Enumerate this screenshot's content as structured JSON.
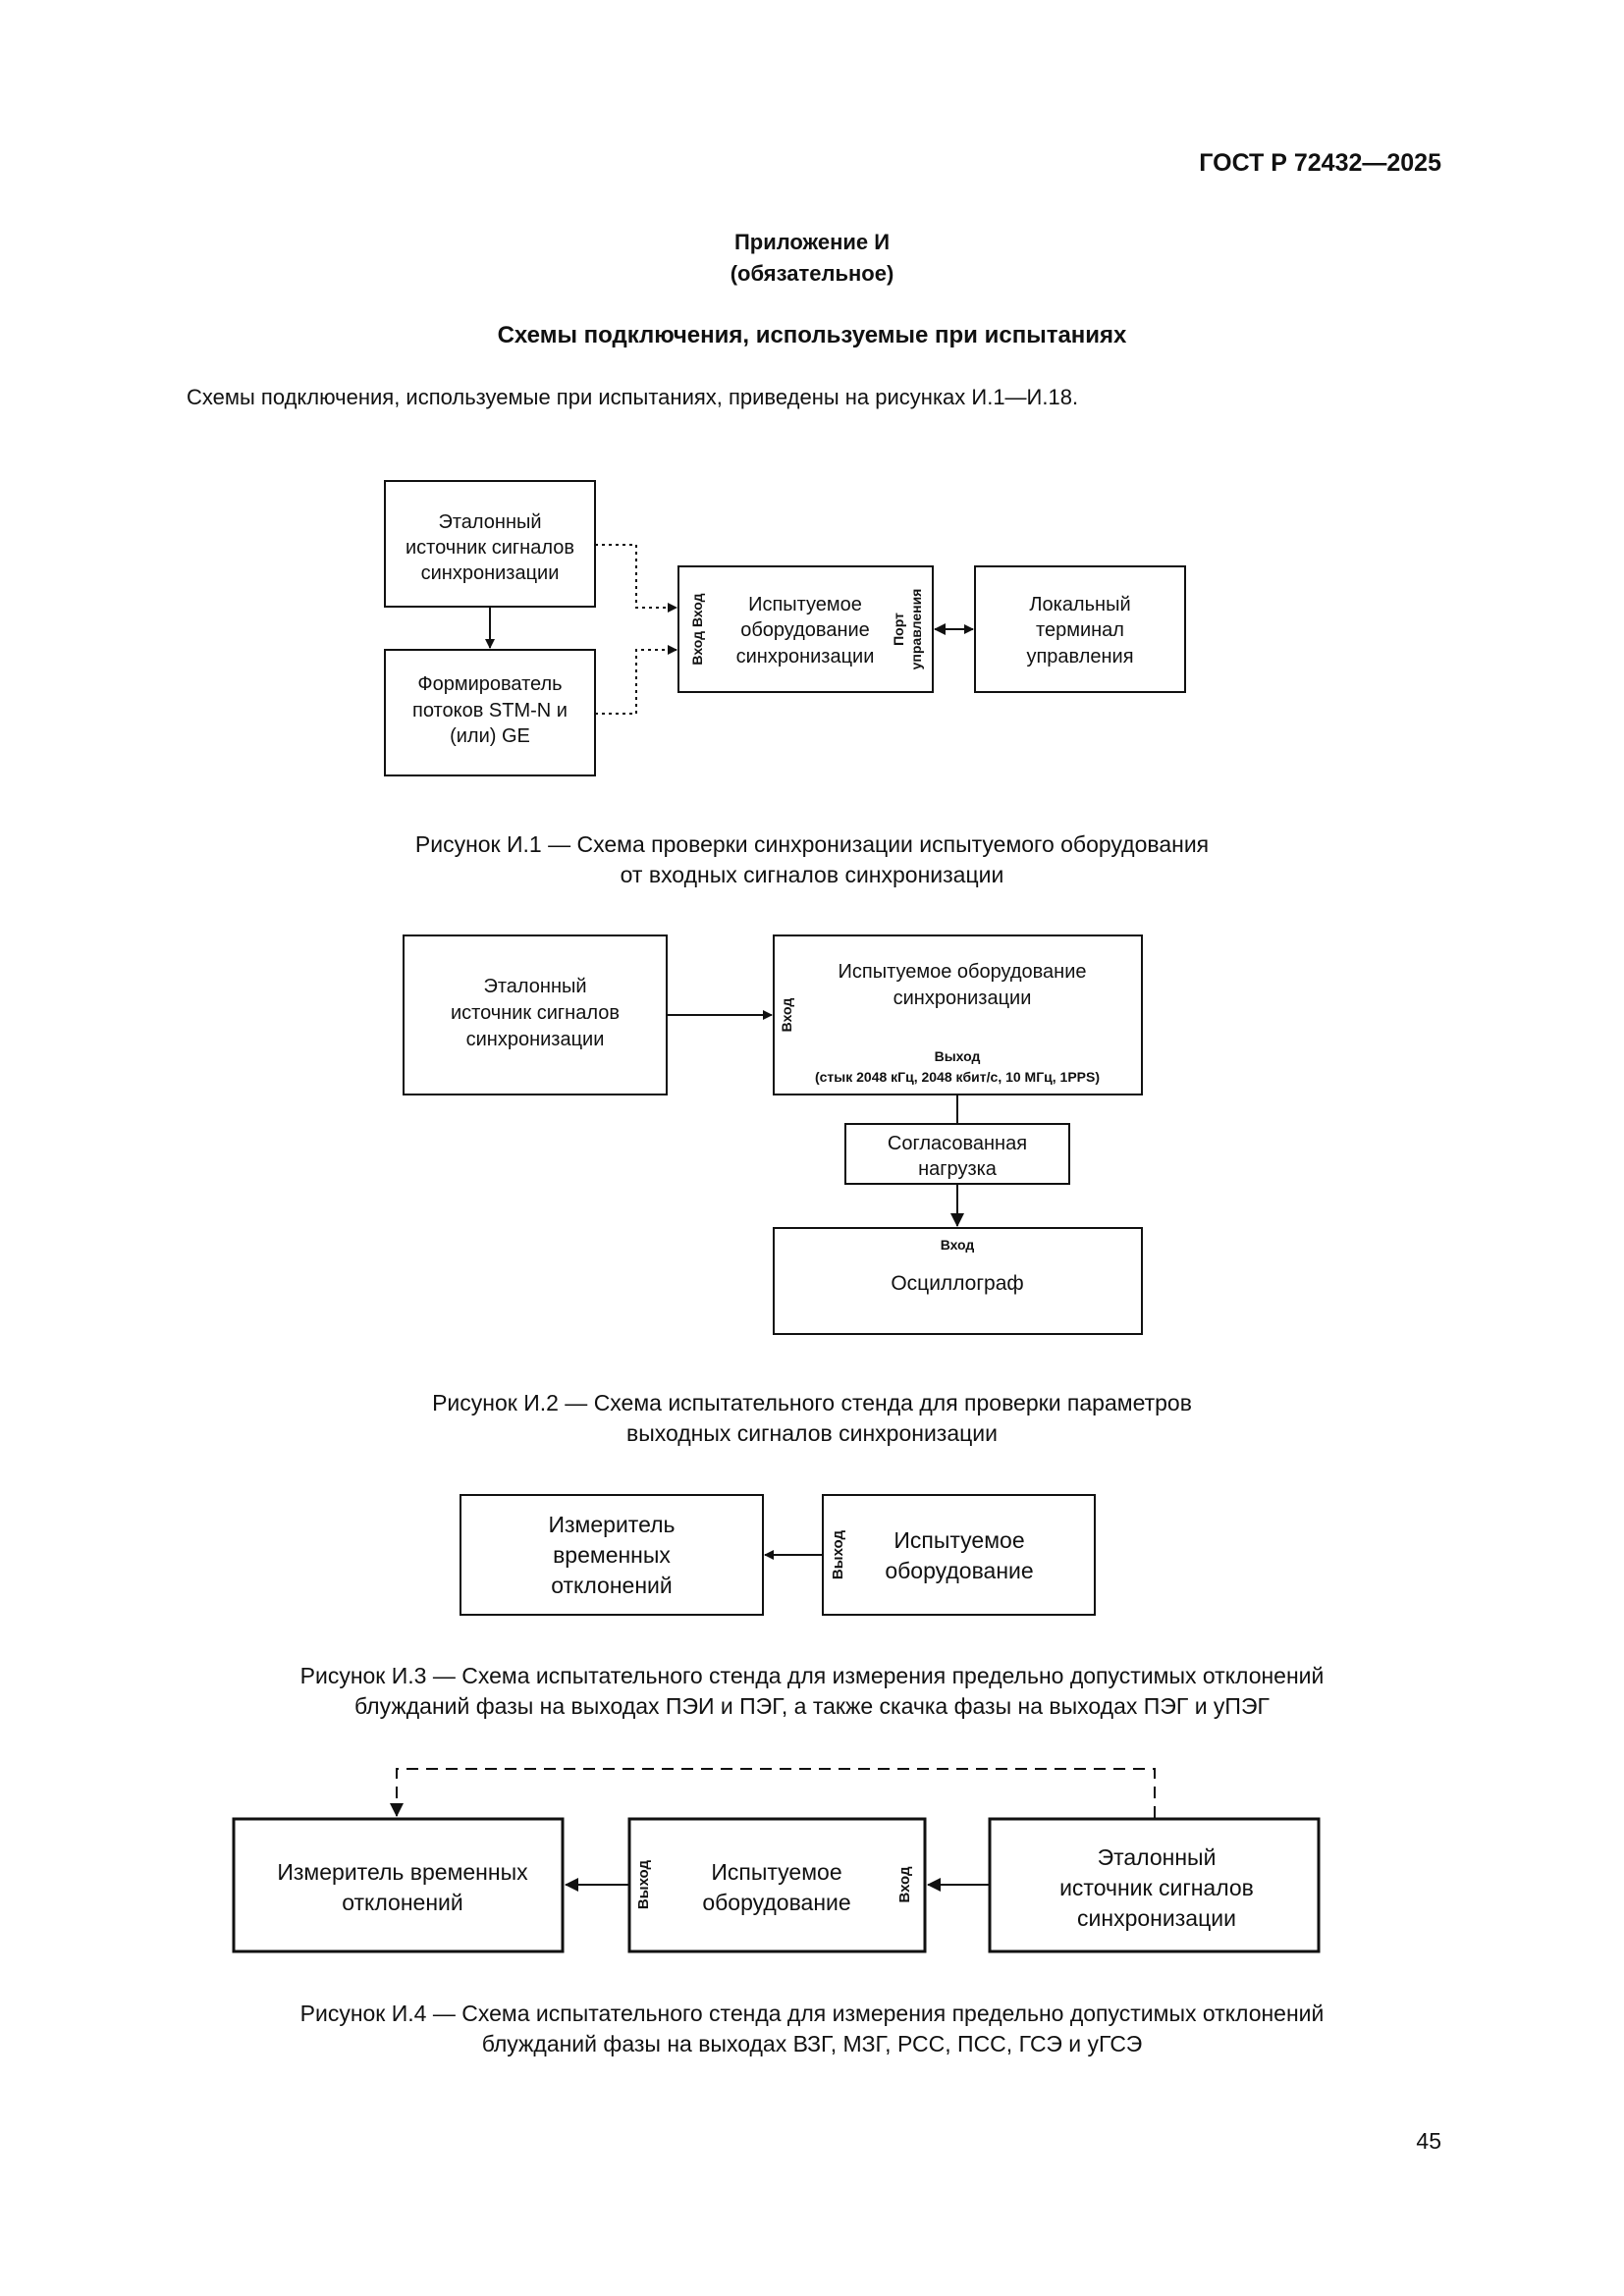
{
  "header": {
    "doc_code": "ГОСТ Р 72432—2025"
  },
  "appendix": {
    "title": "Приложение И",
    "status": "(обязательное)"
  },
  "section": {
    "title": "Схемы подключения, используемые при испытаниях",
    "intro": "Схемы подключения, используемые при испытаниях, приведены на рисунках И.1—И.18."
  },
  "fig1": {
    "ref_source": [
      "Эталонный",
      "источник сигналов",
      "синхронизации"
    ],
    "former": [
      "Формирователь",
      "потоков STM-N и",
      "(или) GE"
    ],
    "dut": [
      "Испытуемое",
      "оборудование",
      "синхронизации"
    ],
    "in_labels": "Вход Вход",
    "port_labels": [
      "Порт",
      "управления"
    ],
    "terminal": [
      "Локальный",
      "терминал",
      "управления"
    ],
    "caption": [
      "Рисунок И.1 — Схема проверки синхронизации испытуемого оборудования",
      "от входных сигналов синхронизации"
    ]
  },
  "fig2": {
    "ref_source": [
      "Эталонный",
      "источник сигналов",
      "синхронизации"
    ],
    "dut": [
      "Испытуемое оборудование",
      "синхронизации"
    ],
    "in_label": "Вход",
    "out_label": "Выход",
    "out_detail": "(стык 2048 кГц, 2048 кбит/с, 10 МГц, 1PPS)",
    "load": [
      "Согласованная",
      "нагрузка"
    ],
    "scope_in": "Вход",
    "scope": "Осциллограф",
    "caption": [
      "Рисунок И.2 — Схема испытательного стенда для проверки параметров",
      "выходных сигналов синхронизации"
    ]
  },
  "fig3": {
    "meter": [
      "Измеритель",
      "временных",
      "отклонений"
    ],
    "out_label": "Выход",
    "dut": [
      "Испытуемое",
      "оборудование"
    ],
    "caption": [
      "Рисунок И.3 — Схема испытательного стенда для измерения предельно допустимых отклонений",
      "блужданий фазы на выходах ПЭИ и ПЭГ, а также скачка фазы на выходах ПЭГ и уПЭГ"
    ]
  },
  "fig4": {
    "meter": [
      "Измеритель временных",
      "отклонений"
    ],
    "out_label": "Выход",
    "dut": [
      "Испытуемое",
      "оборудование"
    ],
    "in_label": "Вход",
    "ref_source": [
      "Эталонный",
      "источник сигналов",
      "синхронизации"
    ],
    "caption": [
      "Рисунок И.4 — Схема испытательного стенда для измерения предельно допустимых отклонений",
      "блужданий фазы на выходах ВЗГ, МЗГ, РСС, ПСС, ГСЭ и уГСЭ"
    ]
  },
  "page_number": "45"
}
